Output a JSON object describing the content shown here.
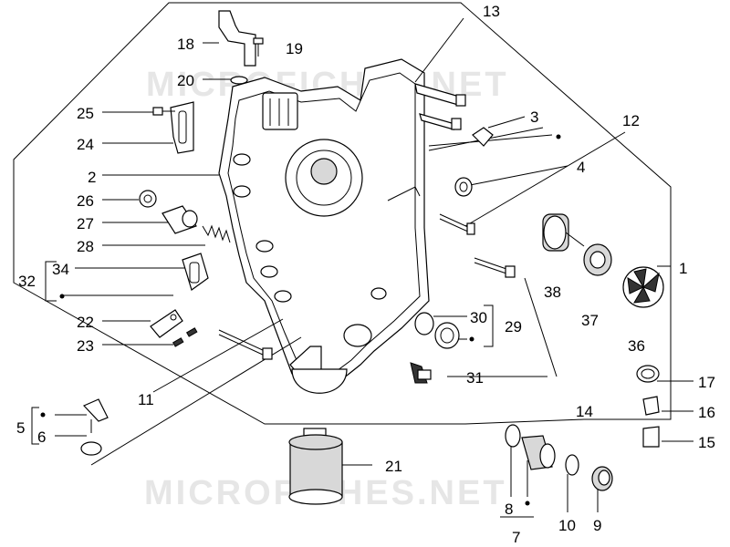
{
  "watermarks": [
    "MICROFICHES.NET",
    "MICROFICHES.NET"
  ],
  "part_numbers": {
    "p1": "1",
    "p2": "2",
    "p3": "3",
    "p4": "4",
    "p5": "5",
    "p6": "6",
    "p7": "7",
    "p8": "8",
    "p9": "9",
    "p10": "10",
    "p11": "11",
    "p12": "12",
    "p13": "13",
    "p14": "14",
    "p15": "15",
    "p16": "16",
    "p17": "17",
    "p18": "18",
    "p19": "19",
    "p20": "20",
    "p21": "21",
    "p22": "22",
    "p23": "23",
    "p24": "24",
    "p25": "25",
    "p26": "26",
    "p27": "27",
    "p28": "28",
    "p29": "29",
    "p30": "30",
    "p31": "31",
    "p32": "32",
    "p34": "34",
    "p36": "36",
    "p37": "37",
    "p38": "38"
  }
}
